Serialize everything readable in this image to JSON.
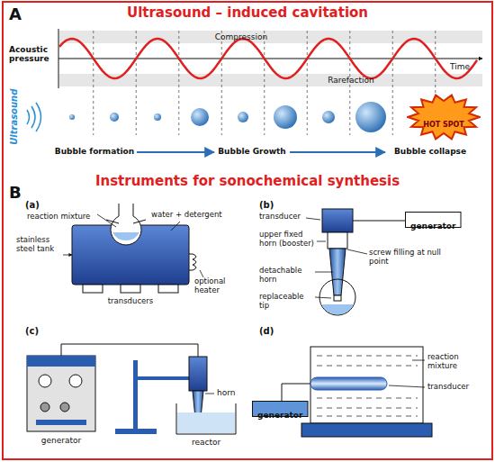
{
  "diagram": {
    "title": "Ultrasound – induced cavitation",
    "nodes": [
      {
        "text": [
          "HOT SPOT"
        ]
      },
      {
        "text": [
          "generator"
        ]
      },
      {
        "text": [
          "generator"
        ]
      }
    ],
    "labels": [
      "A",
      "Instruments for sonochemical synthesis",
      "Acoustic pressure",
      "Compression",
      "Rarefaction",
      "Time",
      "Ultrasound",
      "Bubble formation",
      "Bubble Growth",
      "Bubble collapse",
      "B",
      "(a)",
      "reaction mixture",
      "water + detergent",
      "stainless steel tank",
      "optional heater",
      "transducers",
      "(b)",
      "transducer",
      "upper fixed horn (booster)",
      "screw filling at null point",
      "detachable horn",
      "replaceable tip",
      "(c)",
      "generator",
      "horn",
      "reactor",
      "(d)",
      "reaction mixture",
      "transducer"
    ]
  }
}
